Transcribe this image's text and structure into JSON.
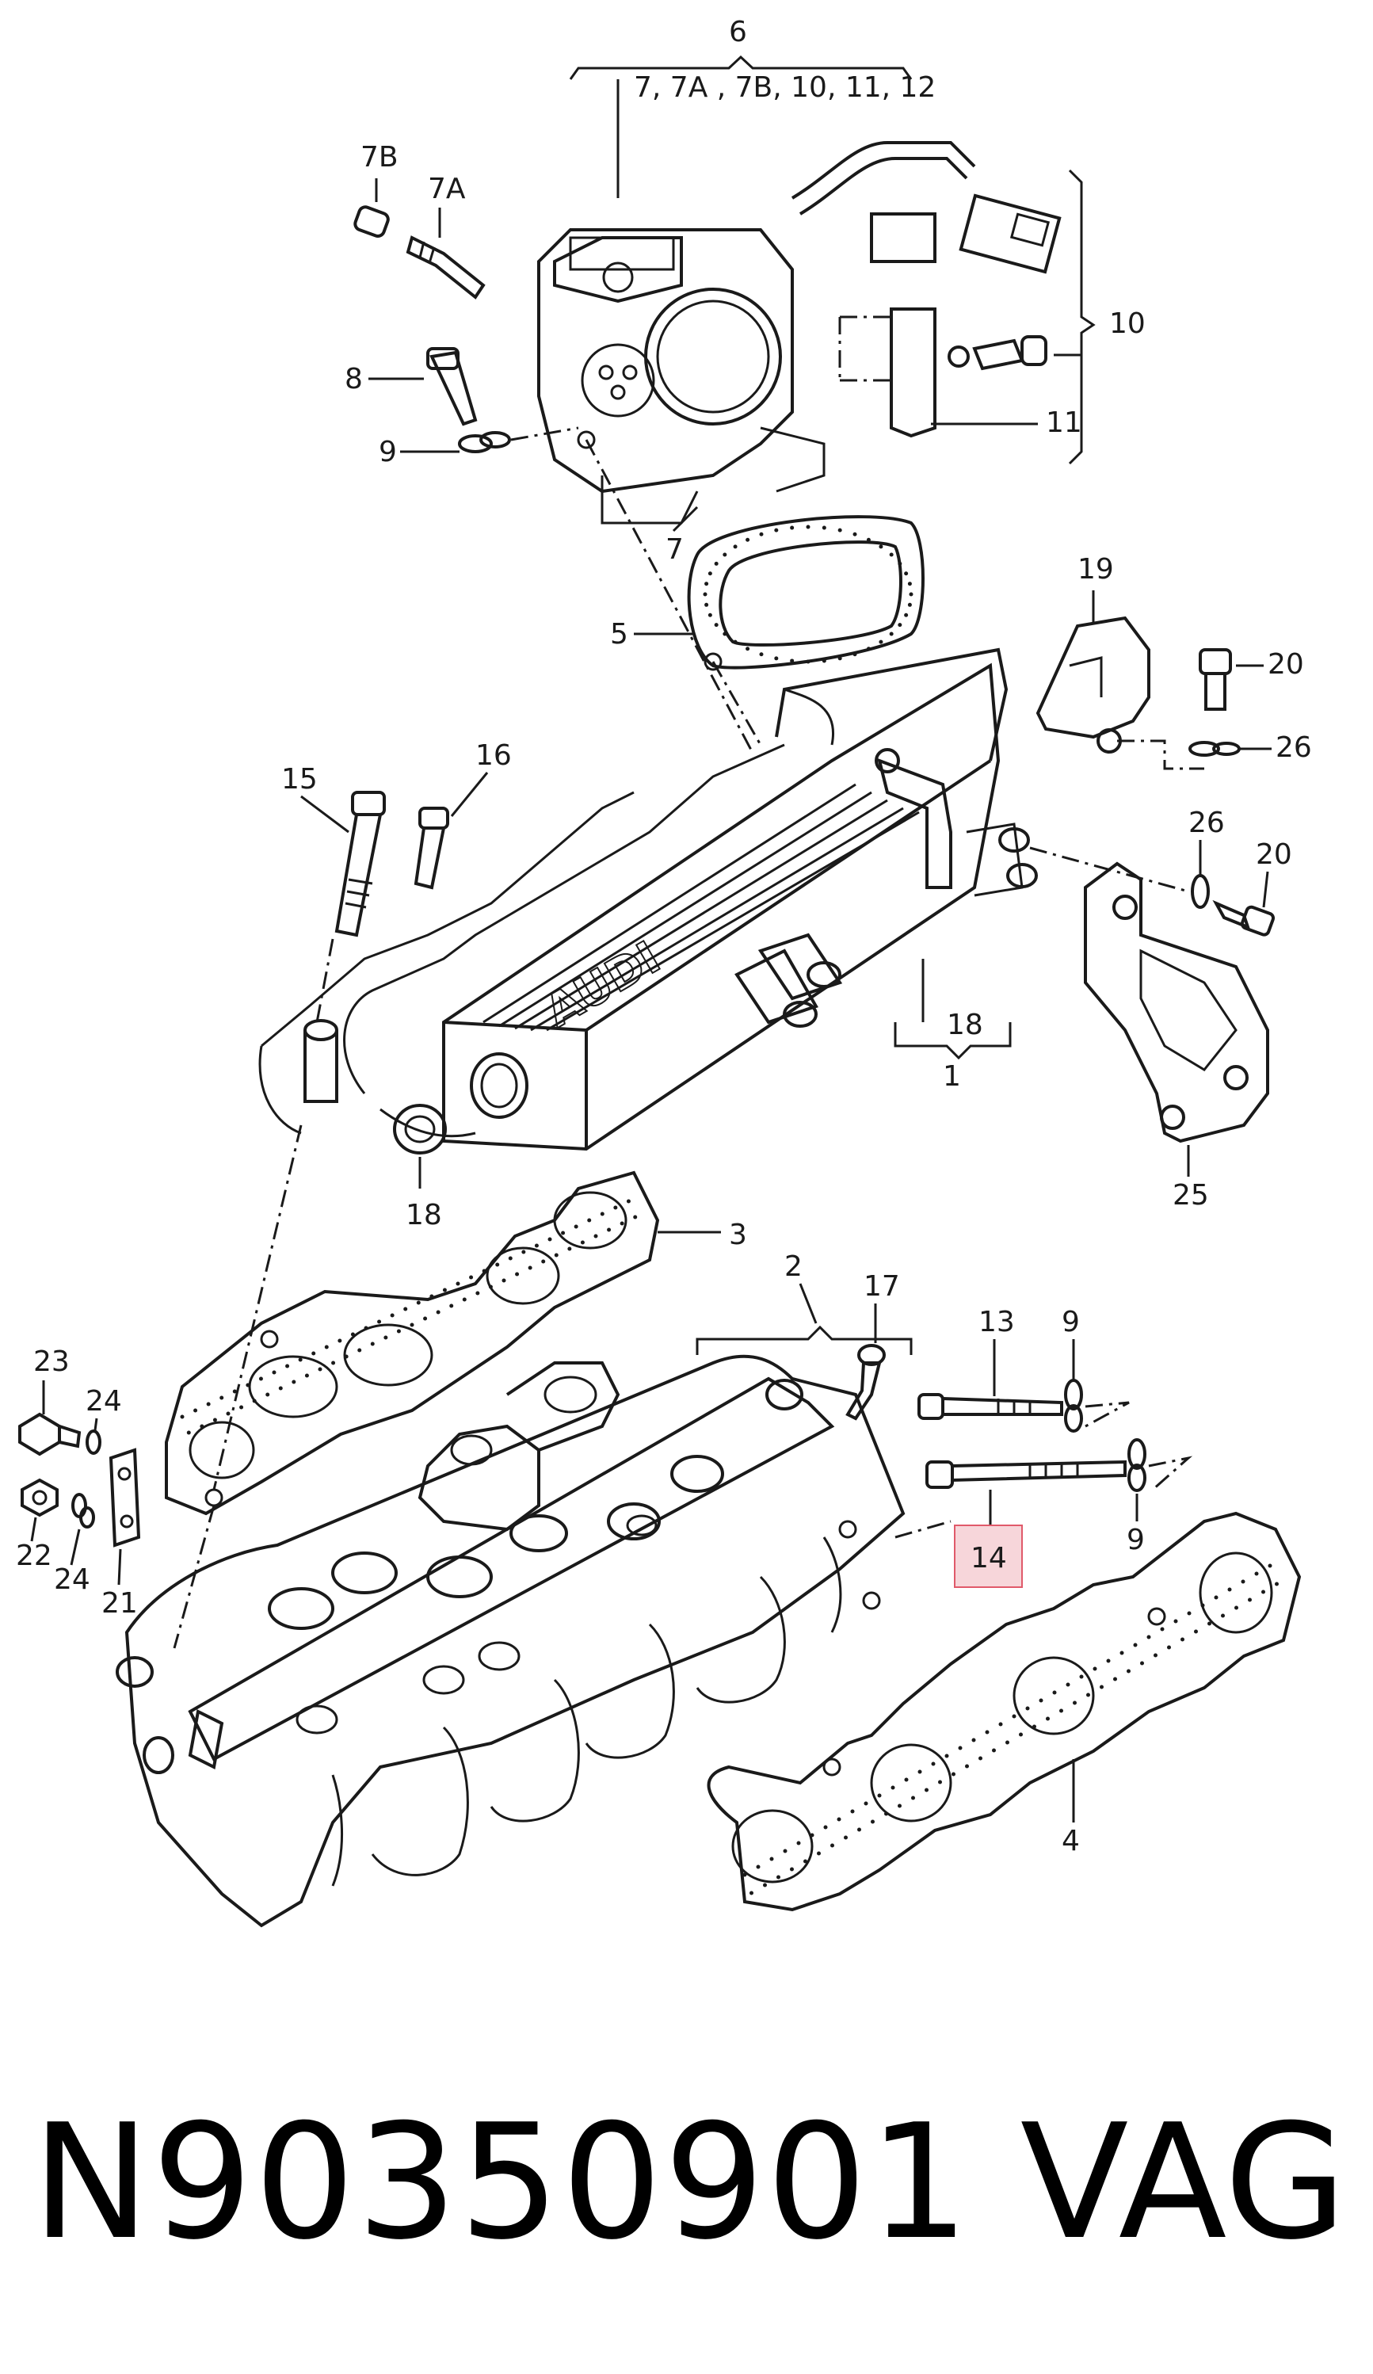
{
  "diagram": {
    "callouts": {
      "c6": "6",
      "c6_list": "7,  7A , 7B, 10, 11, 12",
      "c7B": "7B",
      "c7A": "7A",
      "c8": "8",
      "c9a": "9",
      "c7": "7",
      "c10": "10",
      "c11": "11",
      "c5": "5",
      "c19": "19",
      "c20a": "20",
      "c26a": "26",
      "c15": "15",
      "c16": "16",
      "c26b": "26",
      "c20b": "20",
      "c18a": "18",
      "c1": "1",
      "c18b": "18",
      "c25": "25",
      "c3": "3",
      "c2": "2",
      "c17": "17",
      "c13": "13",
      "c9b": "9",
      "c9c": "9",
      "c14": "14",
      "c23": "23",
      "c24a": "24",
      "c22": "22",
      "c24b": "24",
      "c21": "21",
      "c4": "4"
    },
    "highlight": {
      "callout": "14",
      "color": "#e05a6a",
      "fill": "#f7d6da"
    },
    "brand_mark": "AUDI"
  },
  "footer": {
    "part_number": "N90350901",
    "brand": "VAG"
  }
}
